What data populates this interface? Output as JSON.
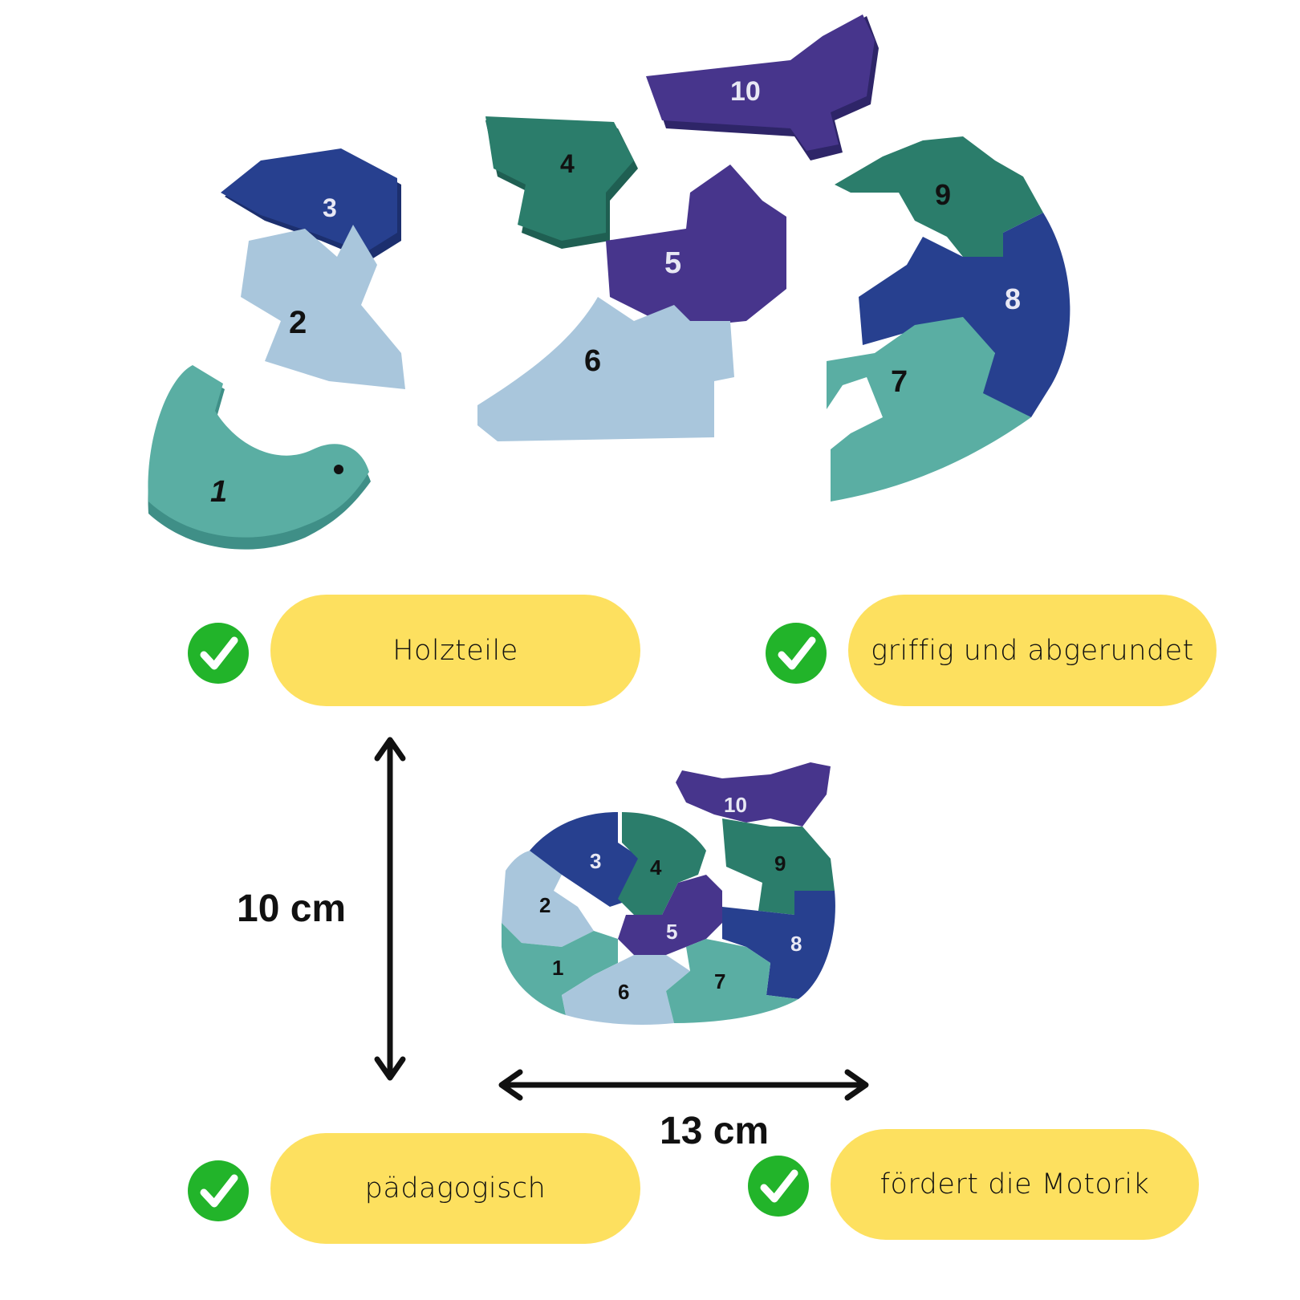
{
  "features": [
    {
      "label": "Holzteile",
      "icon": "check-icon"
    },
    {
      "label": "griffig und abgerundet",
      "icon": "check-icon"
    },
    {
      "label": "pädagogisch",
      "icon": "check-icon"
    },
    {
      "label": "fördert die Motorik",
      "icon": "check-icon"
    }
  ],
  "dimensions": {
    "height": "10 cm",
    "width": "13 cm"
  },
  "pieces": [
    "1",
    "2",
    "3",
    "4",
    "5",
    "6",
    "7",
    "8",
    "9",
    "10"
  ],
  "colors": {
    "pill": "#fde05f",
    "check": "#22b42a",
    "teal": "#4fa89f",
    "green": "#2b7d6b",
    "navy": "#27408f",
    "purple": "#47358c",
    "lightblue": "#a9c6dc"
  }
}
